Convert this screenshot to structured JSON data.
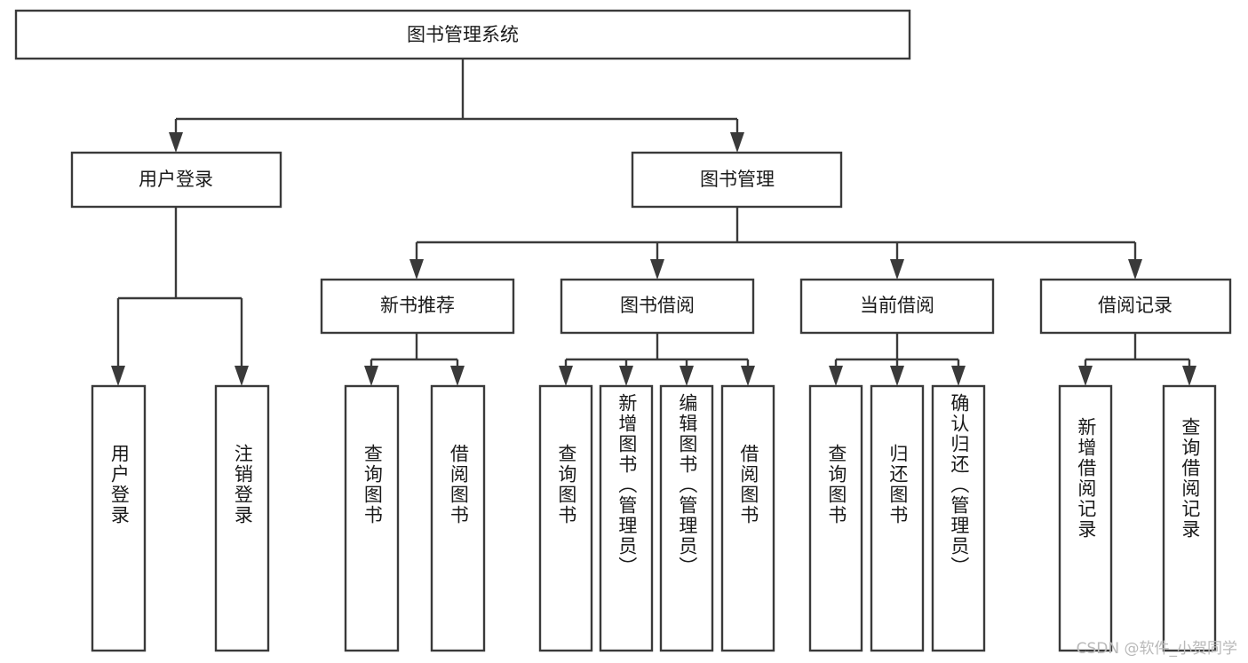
{
  "diagram": {
    "type": "tree",
    "title": "图书管理系统",
    "root": {
      "label": "图书管理系统"
    },
    "level2": [
      {
        "label": "用户登录"
      },
      {
        "label": "图书管理"
      }
    ],
    "level3": [
      {
        "label": "新书推荐"
      },
      {
        "label": "图书借阅"
      },
      {
        "label": "当前借阅"
      },
      {
        "label": "借阅记录"
      }
    ],
    "leaves": {
      "user_login": [
        {
          "label": "用户登录"
        },
        {
          "label": "注销登录"
        }
      ],
      "new_book_recommend": [
        {
          "label": "查询图书"
        },
        {
          "label": "借阅图书"
        }
      ],
      "book_borrow": [
        {
          "label": "查询图书"
        },
        {
          "label": "新增图书（管理员）"
        },
        {
          "label": "编辑图书（管理员）"
        },
        {
          "label": "借阅图书"
        }
      ],
      "current_borrow": [
        {
          "label": "查询图书"
        },
        {
          "label": "归还图书"
        },
        {
          "label": "确认归还（管理员）"
        }
      ],
      "borrow_records": [
        {
          "label": "新增借阅记录"
        },
        {
          "label": "查询借阅记录"
        }
      ]
    }
  },
  "watermark": {
    "text": "CSDN @软件_小贺同学"
  },
  "colors": {
    "box_stroke": "#3a3a3a",
    "box_fill": "#ffffff",
    "text": "#1a1a1a",
    "watermark": "#b9b9b9",
    "background": "#ffffff"
  }
}
